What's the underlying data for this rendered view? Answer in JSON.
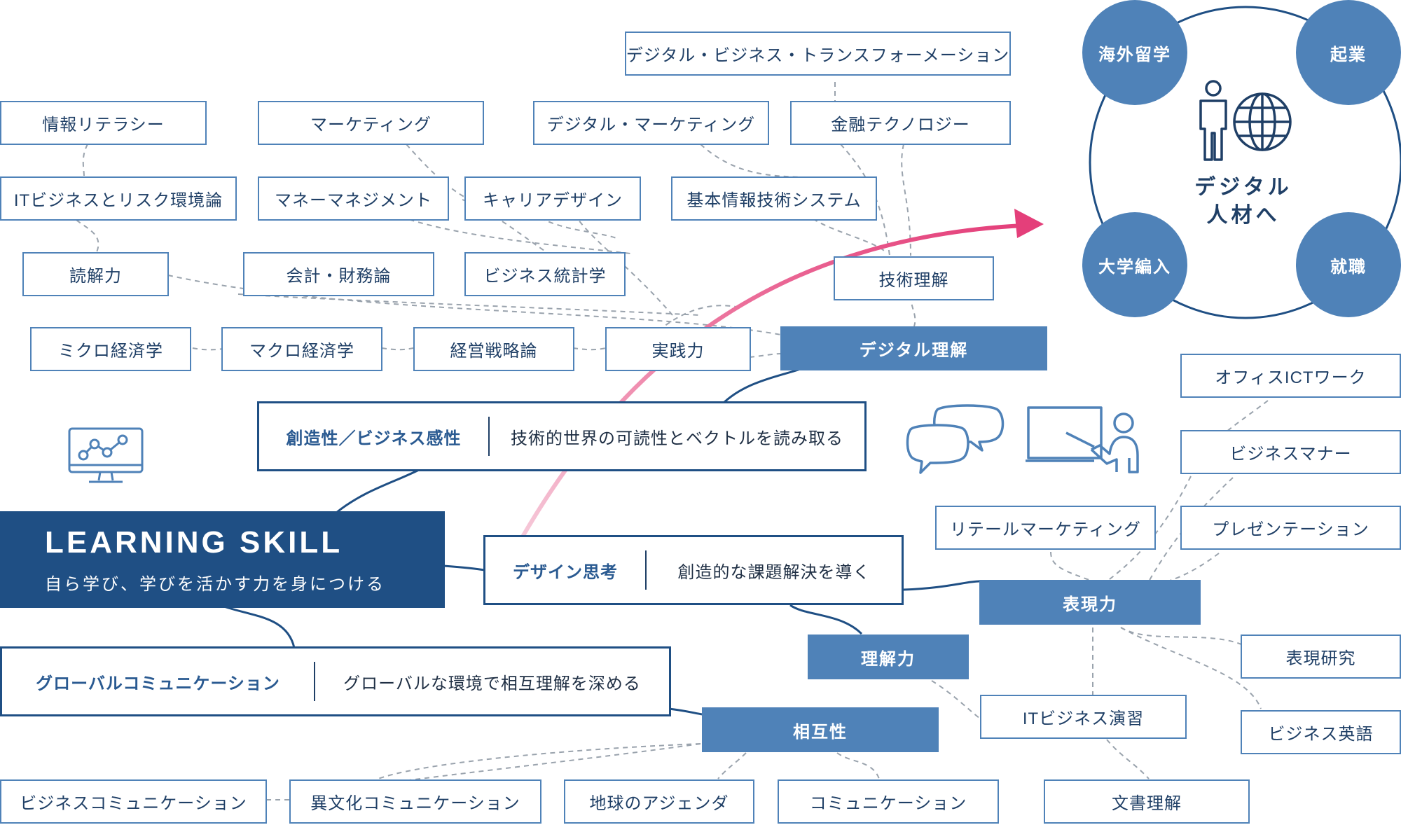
{
  "learning_skill": {
    "title": "LEARNING SKILL",
    "subtitle": "自ら学び、学びを活かす力を身につける"
  },
  "skills": [
    {
      "id": "creativity",
      "title": "創造性／ビジネス感性",
      "description": "技術的世界の可読性とベクトルを読み取る"
    },
    {
      "id": "design",
      "title": "デザイン思考",
      "description": "創造的な課題解決を導く"
    },
    {
      "id": "global",
      "title": "グローバルコミュニケーション",
      "description": "グローバルな環境で相互理解を深める"
    }
  ],
  "hubs": {
    "digital": "デジタル理解",
    "expression": "表現力",
    "comprehension": "理解力",
    "mutuality": "相互性"
  },
  "courses": {
    "dbt": "デジタル・ビジネス・トランスフォーメーション",
    "info_literacy": "情報リテラシー",
    "marketing": "マーケティング",
    "digital_marketing": "デジタル・マーケティング",
    "fintech": "金融テクノロジー",
    "it_business_risk": "ITビジネスとリスク環境論",
    "money_management": "マネーマネジメント",
    "career_design": "キャリアデザイン",
    "basic_it_systems": "基本情報技術システム",
    "reading": "読解力",
    "accounting": "会計・財務論",
    "business_stats": "ビジネス統計学",
    "tech_understanding": "技術理解",
    "micro_econ": "ミクロ経済学",
    "macro_econ": "マクロ経済学",
    "management_strategy": "経営戦略論",
    "practical": "実践力",
    "office_ict": "オフィスICTワーク",
    "business_manners": "ビジネスマナー",
    "retail_marketing": "リテールマーケティング",
    "presentation": "プレゼンテーション",
    "expression_research": "表現研究",
    "it_business_practice": "ITビジネス演習",
    "business_english": "ビジネス英語",
    "business_communication": "ビジネスコミュニケーション",
    "intercultural": "異文化コミュニケーション",
    "global_agenda": "地球のアジェンダ",
    "communication": "コミュニケーション",
    "document_comprehension": "文書理解"
  },
  "goal": {
    "line1": "デジタル",
    "line2": "人材へ",
    "outcomes": [
      "海外留学",
      "起業",
      "大学編入",
      "就職"
    ]
  },
  "colors": {
    "navy": "#1f4f84",
    "blue": "#4f82b8",
    "text": "#1f3f66",
    "arrow": "#e43f7a",
    "connector": "#9aa3ad"
  },
  "icons": [
    "monitor-chart-icon",
    "chat-bubbles-icon",
    "teacher-board-icon",
    "person-icon",
    "globe-icon"
  ]
}
